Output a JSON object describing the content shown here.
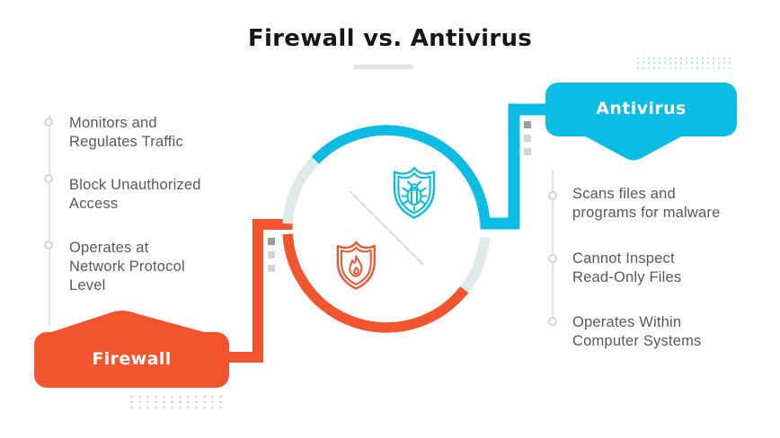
{
  "title": "Firewall vs. Antivirus",
  "firewall": {
    "label": "Firewall",
    "items": [
      "Monitors and\nRegulates Traffic",
      "Block Unauthorized\nAccess",
      "Operates at\nNetwork Protocol\nLevel"
    ]
  },
  "antivirus": {
    "label": "Antivirus",
    "items": [
      "Scans files and\nprograms for malware",
      "Cannot Inspect\nRead-Only Files",
      "Operates Within\nComputer Systems"
    ]
  },
  "icons": {
    "antivirus_icon": "shield-bug-icon",
    "firewall_icon": "shield-flame-icon"
  },
  "colors": {
    "orange": "#F2542D",
    "cyan": "#0BBCE4",
    "ring_gray": "#DEE9EA",
    "body_text": "#58595B",
    "title_text": "#161616"
  }
}
